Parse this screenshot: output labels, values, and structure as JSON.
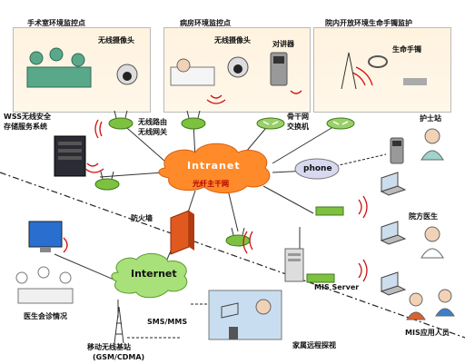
{
  "panels": {
    "operating_room": "手术室环境监控点",
    "ward": "病房环境监控点",
    "campus": "院内开放环境生命手镯监护"
  },
  "devices": {
    "wireless_camera_1": "无线摄像头",
    "wireless_camera_2": "无线摄像头",
    "intercom": "对讲器",
    "life_bracelet": "生命手镯",
    "storage_line1": "WSS无线安全",
    "storage_line2": "存储服务系统",
    "router_line1": "无线路由",
    "router_line2": "无线网关",
    "switch_line1": "骨干网",
    "switch_line2": "交换机",
    "phone": "phone",
    "firewall": "防火墙",
    "mis_server": "MIS Server",
    "mobile_bs_line1": "移动无线基站",
    "mobile_bs_line2": "(GSM/CDMA)"
  },
  "networks": {
    "intranet": "Intranet",
    "fiber": "光纤主干网",
    "internet": "Internet",
    "sms": "SMS/MMS"
  },
  "people": {
    "nurse_station": "护士站",
    "ward_doctor": "院方医生",
    "mis_users": "MIS应用人员",
    "consultation": "医生会诊情况",
    "home_remote": "家属远程探视"
  },
  "colors": {
    "accent_orange": "#ff8a2a",
    "router_green": "#7ec141",
    "cloud_green": "#a8e07a",
    "label_red": "#b00000"
  }
}
